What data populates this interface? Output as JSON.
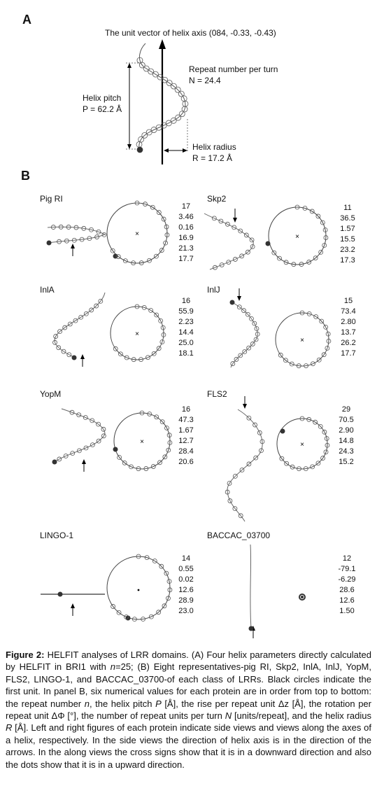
{
  "panel_a": {
    "letter": "A",
    "axis_label": "The unit vector of helix axis (084, -0.33, -0.43)",
    "repeat_label": "Repeat number per turn",
    "repeat_value": "N = 24.4",
    "pitch_label": "Helix pitch",
    "pitch_value": "P = 62.2 Å",
    "radius_label": "Helix radius",
    "radius_value": "R = 17.2 Å"
  },
  "panel_b": {
    "letter": "B",
    "proteins": [
      {
        "name": "Pig RI",
        "values": [
          "17",
          "3.46",
          "0.16",
          "16.9",
          "21.3",
          "17.7"
        ]
      },
      {
        "name": "Skp2",
        "values": [
          "11",
          "36.5",
          "1.57",
          "15.5",
          "23.2",
          "17.3"
        ]
      },
      {
        "name": "InlA",
        "values": [
          "16",
          "55.9",
          "2.23",
          "14.4",
          "25.0",
          "18.1"
        ]
      },
      {
        "name": "InlJ",
        "values": [
          "15",
          "73.4",
          "2.80",
          "13.7",
          "26.2",
          "17.7"
        ]
      },
      {
        "name": "YopM",
        "values": [
          "16",
          "47.3",
          "1.67",
          "12.7",
          "28.4",
          "20.6"
        ]
      },
      {
        "name": "FLS2",
        "values": [
          "29",
          "70.5",
          "2.90",
          "14.8",
          "24.3",
          "15.2"
        ]
      },
      {
        "name": "LINGO-1",
        "values": [
          "14",
          "0.55",
          "0.02",
          "12.6",
          "28.9",
          "23.0"
        ]
      },
      {
        "name": "BACCAC_03700",
        "values": [
          "12",
          "-79.1",
          "-6.29",
          "28.6",
          "12.6",
          "1.50"
        ]
      }
    ]
  },
  "caption": {
    "label": "Figure 2:",
    "p1": " HELFIT analyses of LRR domains. (A) Four helix parameters directly calculated by HELFIT in BRI1 with ",
    "n25": "n",
    "p2": "=25; (B) Eight representatives-pig RI, Skp2, InlA, InlJ, YopM, FLS2, LINGO-1, and BACCAC_03700-of each class of LRRs. Black circles indicate the first unit. In panel B, six numerical values for each protein are in order from top to bottom: the repeat number ",
    "n": "n",
    "p3": ", the helix pitch ",
    "P": "P",
    "p4": " [Å], the rise per repeat unit Δz [Å], the rotation per repeat unit ΔΦ [°], the number of repeat units per turn ",
    "N": "N",
    "p5": " [units/repeat], and the helix radius ",
    "R": "R",
    "p6": " [Å]. Left and right figures of each protein indicate side views and views along the axes of a helix, respectively. In the side views the direction of helix axis is in the direction of the arrows. In the along views the cross signs show that it is in a downward direction and also the dots show that it is in a upward direction."
  }
}
